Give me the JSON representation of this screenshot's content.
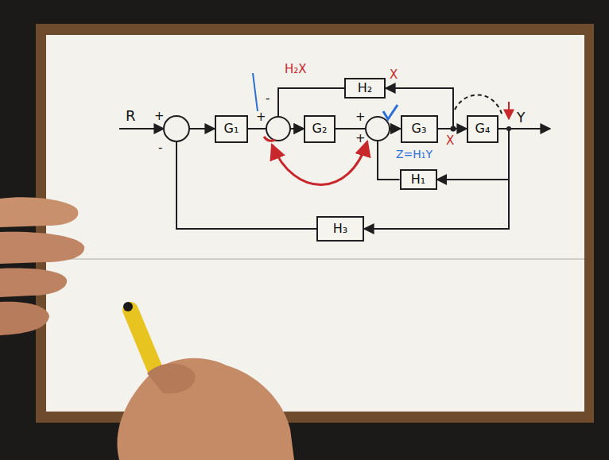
{
  "diagram": {
    "nodes": [
      {
        "text": [
          "H₂"
        ]
      },
      {
        "text": [
          "G₁"
        ]
      },
      {
        "text": [
          "G₂"
        ]
      },
      {
        "text": [
          "G₃"
        ]
      },
      {
        "text": [
          "G₄"
        ]
      },
      {
        "text": [
          "H₁"
        ]
      },
      {
        "text": [
          "H₃"
        ]
      }
    ],
    "edges": [
      {
        "from": 1,
        "to": 2,
        "arrow": "to"
      },
      {
        "from": 2,
        "to": 3,
        "arrow": "to"
      },
      {
        "from": 3,
        "to": 4,
        "arrow": "to"
      },
      {
        "from": 3,
        "to": 0,
        "arrow": "to"
      },
      {
        "from": 0,
        "to": 2,
        "arrow": "to"
      },
      {
        "from": 4,
        "to": 5,
        "arrow": "to"
      },
      {
        "from": 4,
        "to": 6,
        "arrow": "to"
      },
      {
        "from": 5,
        "to": 3,
        "arrow": "to"
      },
      {
        "from": 6,
        "to": 1,
        "arrow": "to"
      }
    ],
    "labels": [
      "R",
      "+",
      "-",
      "+",
      "-",
      "+",
      "+",
      "H₂X",
      "X",
      "X",
      "Z=H₁Y",
      "Y"
    ]
  }
}
